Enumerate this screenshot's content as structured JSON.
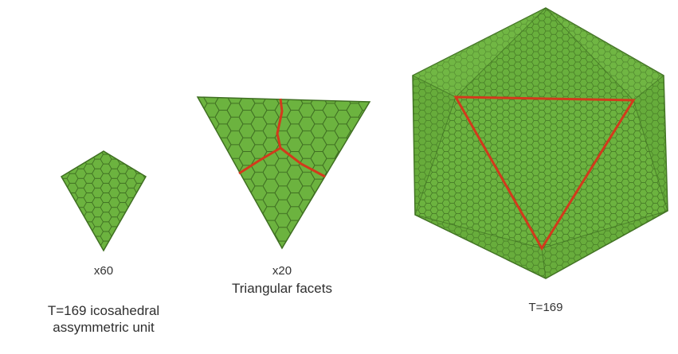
{
  "panels": {
    "unit": {
      "multiplier": "x60",
      "caption_line1": "T=169  icosahedral",
      "caption_line2": "assymmetric unit"
    },
    "facet": {
      "multiplier": "x20",
      "caption": "Triangular facets"
    },
    "capsid": {
      "caption": "T=169"
    }
  },
  "colors": {
    "capsomer_fill": "#6cb33f",
    "capsomer_edge": "#3f6f22",
    "face_light": "#7cc04e",
    "face_dark": "#5a9c33",
    "highlight_outline": "#d23a1c",
    "caption_text": "#333333"
  },
  "icons": [
    "hexagon-lattice-tile"
  ]
}
